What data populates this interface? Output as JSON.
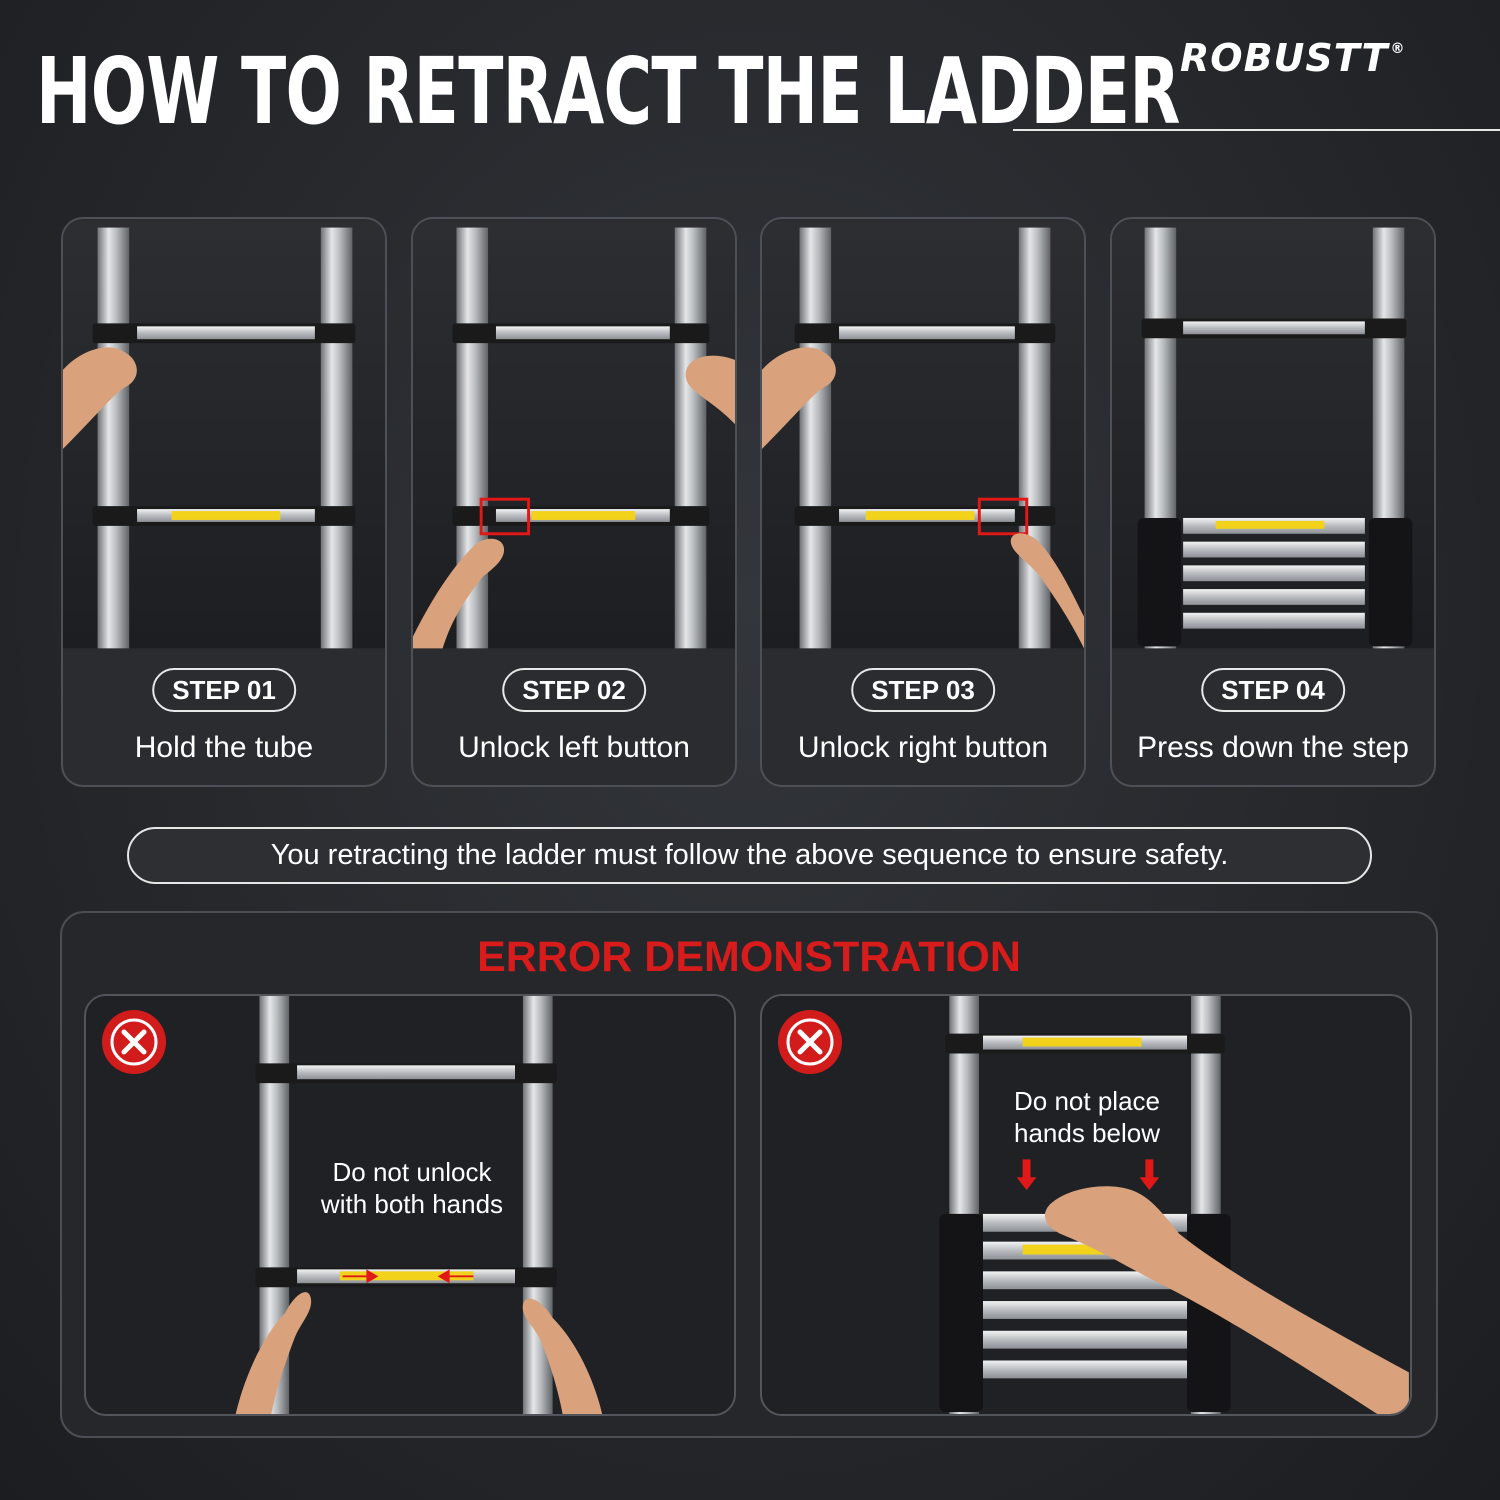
{
  "header": {
    "title": "HOW TO RETRACT THE LADDER",
    "brand": "ROBUSTT",
    "brand_mark": "®"
  },
  "steps": [
    {
      "badge": "STEP 01",
      "caption": "Hold the tube"
    },
    {
      "badge": "STEP 02",
      "caption": "Unlock left button"
    },
    {
      "badge": "STEP 03",
      "caption": "Unlock right button"
    },
    {
      "badge": "STEP 04",
      "caption": "Press down the step"
    }
  ],
  "notice": "You retracting the ladder must follow the above sequence to ensure safety.",
  "errors": {
    "title": "ERROR DEMONSTRATION",
    "items": [
      {
        "line1": "Do not unlock",
        "line2": "with both hands",
        "icon": "x-circle-icon"
      },
      {
        "line1": "Do not place",
        "line2": "hands below",
        "icon": "x-circle-icon"
      }
    ]
  },
  "colors": {
    "background": "#26282c",
    "error_red": "#d81c1c",
    "highlight_box": "#e01818",
    "warning_label": "#f2d21b"
  }
}
